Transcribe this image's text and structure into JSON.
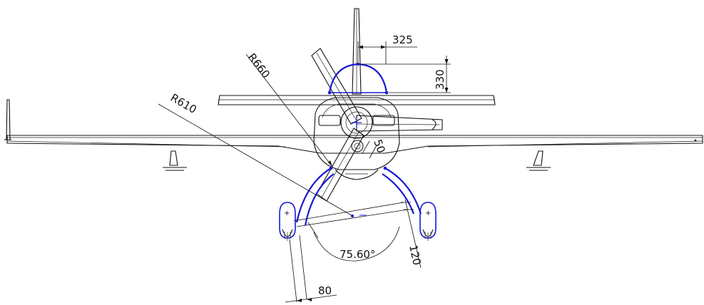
{
  "dimensions": {
    "top_width": "325",
    "top_height": "330",
    "radius_outer": "R660",
    "radius_inner": "R610",
    "offset": "50",
    "angle": "75.60°",
    "side_offset": "120",
    "bottom_width": "80"
  },
  "colors": {
    "outline": "#111111",
    "sketch": "#1a1ad6",
    "background": "#ffffff"
  }
}
